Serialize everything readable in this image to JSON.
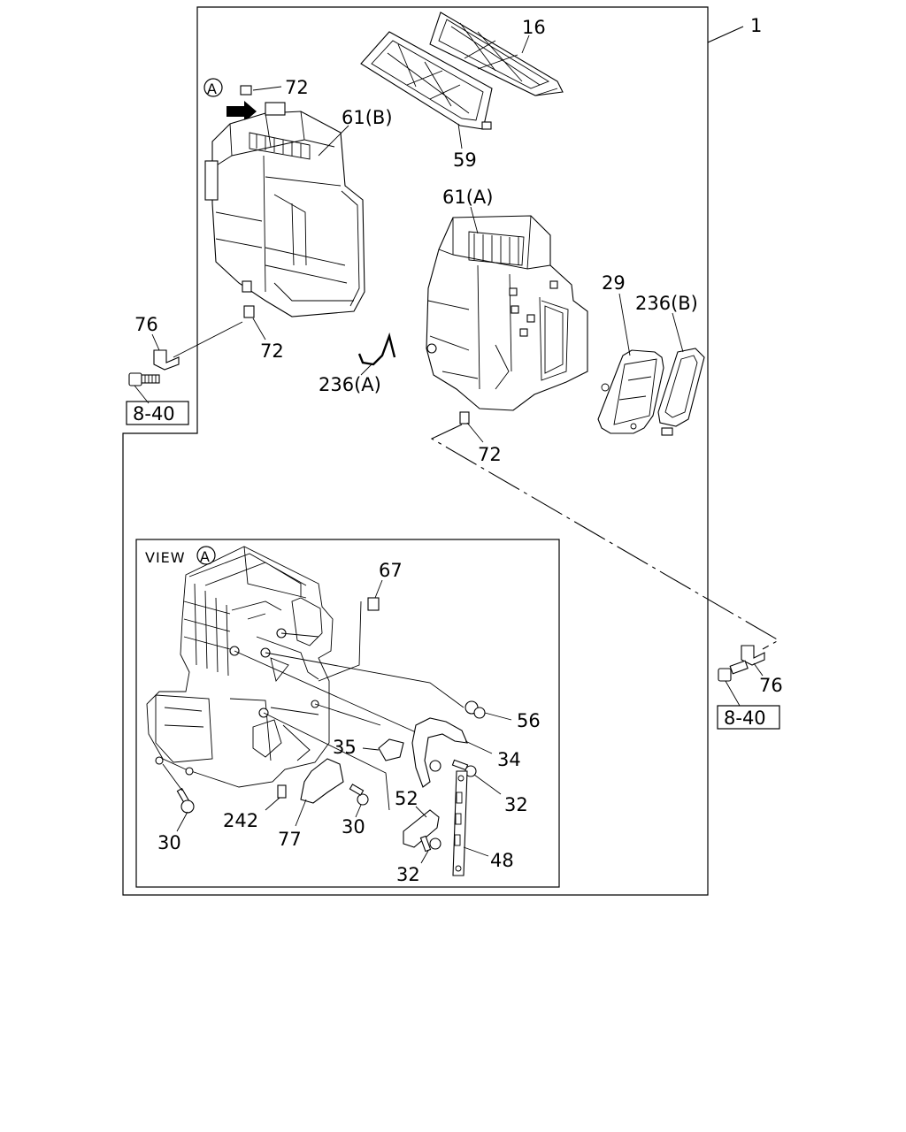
{
  "callouts": {
    "assembly": "1",
    "filter_upper": "16",
    "clip_top": "72",
    "clip_left": "72",
    "clip_lower": "72",
    "filter_frame": "59",
    "case_b": "61(B)",
    "case_a": "61(A)",
    "bracket_left": "76",
    "bracket_right": "76",
    "ref_left": "8-40",
    "ref_right": "8-40",
    "duct_a": "236(A)",
    "gasket_b": "236(B)",
    "cover": "29",
    "clip_view": "67",
    "view_label": "VIEW",
    "marker_a": "A",
    "marker_view_a": "A",
    "lever": "56",
    "arm": "35",
    "link_plate": "34",
    "screw_1": "32",
    "screw_2": "32",
    "screw_l": "30",
    "screw_m": "30",
    "spacer": "242",
    "bracket_77": "77",
    "link_52": "52",
    "rod": "48"
  }
}
